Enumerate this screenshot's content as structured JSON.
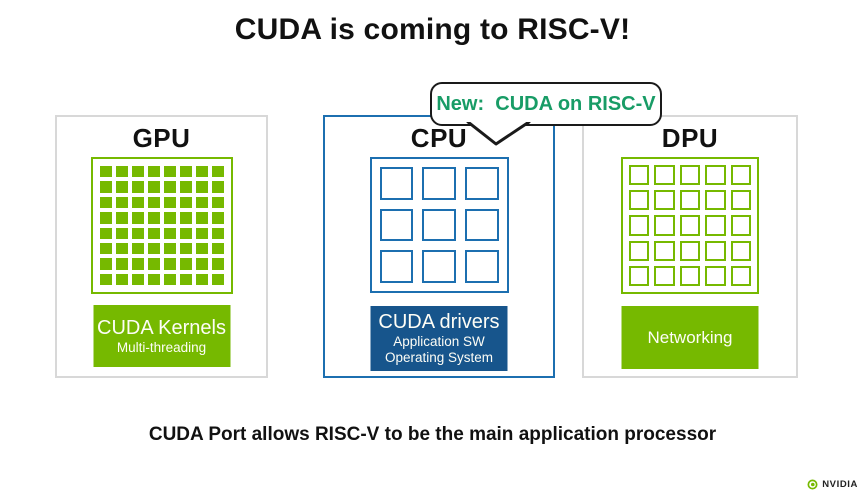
{
  "title": "CUDA is coming to RISC-V!",
  "callout": {
    "text": "New:  CUDA on RISC-V"
  },
  "panels": [
    {
      "id": "gpu",
      "heading": "GPU",
      "grid": {
        "rows": 8,
        "cols": 8,
        "cell_style": "filled-green"
      },
      "label_lines": [
        "CUDA Kernels",
        "Multi-threading"
      ]
    },
    {
      "id": "cpu",
      "heading": "CPU",
      "grid": {
        "rows": 3,
        "cols": 3,
        "cell_style": "outlined-blue"
      },
      "label_lines": [
        "CUDA drivers",
        "Application SW",
        "Operating System"
      ]
    },
    {
      "id": "dpu",
      "heading": "DPU",
      "grid": {
        "rows": 5,
        "cols": 5,
        "cell_style": "outlined-green"
      },
      "label_lines": [
        "Networking"
      ]
    }
  ],
  "caption": "CUDA Port allows RISC-V to be the main application processor",
  "footer": {
    "brand": "NVIDIA",
    "logo_icon": "nvidia-eye-icon"
  },
  "colors": {
    "nvidia_green": "#76B900",
    "cpu_blue": "#1C6FB0",
    "cpu_dark_blue": "#17558C",
    "callout_green": "#189C66",
    "panel_border_gray": "#D8D8D8",
    "text_dark": "#111111"
  }
}
